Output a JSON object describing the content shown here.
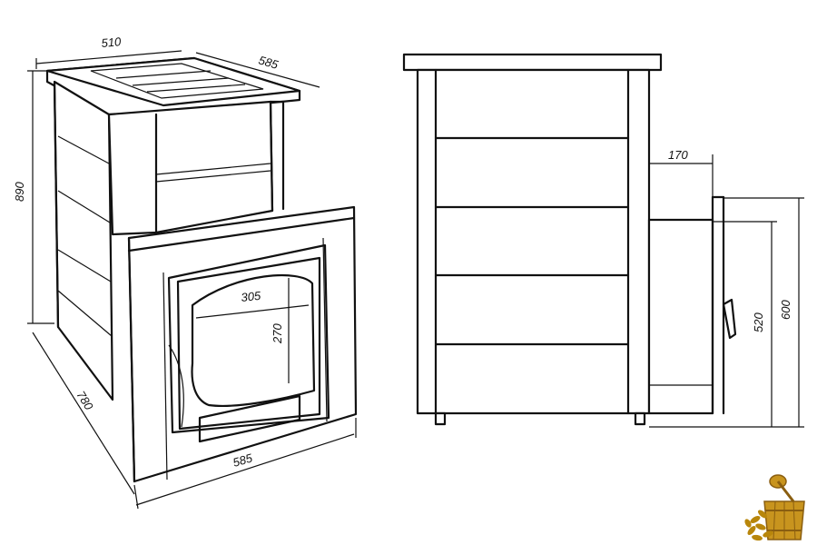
{
  "dimensions": {
    "top_width": "510",
    "top_depth": "585",
    "height": "890",
    "side_depth": "780",
    "front_width": "585",
    "door_width": "305",
    "door_height": "270",
    "firebox_depth": "170",
    "door_bottom_height": "520",
    "door_top_height": "600"
  },
  "colors": {
    "line": "#111111",
    "background": "#ffffff",
    "logo_wood": "#c8941e",
    "logo_leaf": "#b8860b"
  },
  "logo": {
    "icon": "bath-bucket-broom-icon"
  }
}
